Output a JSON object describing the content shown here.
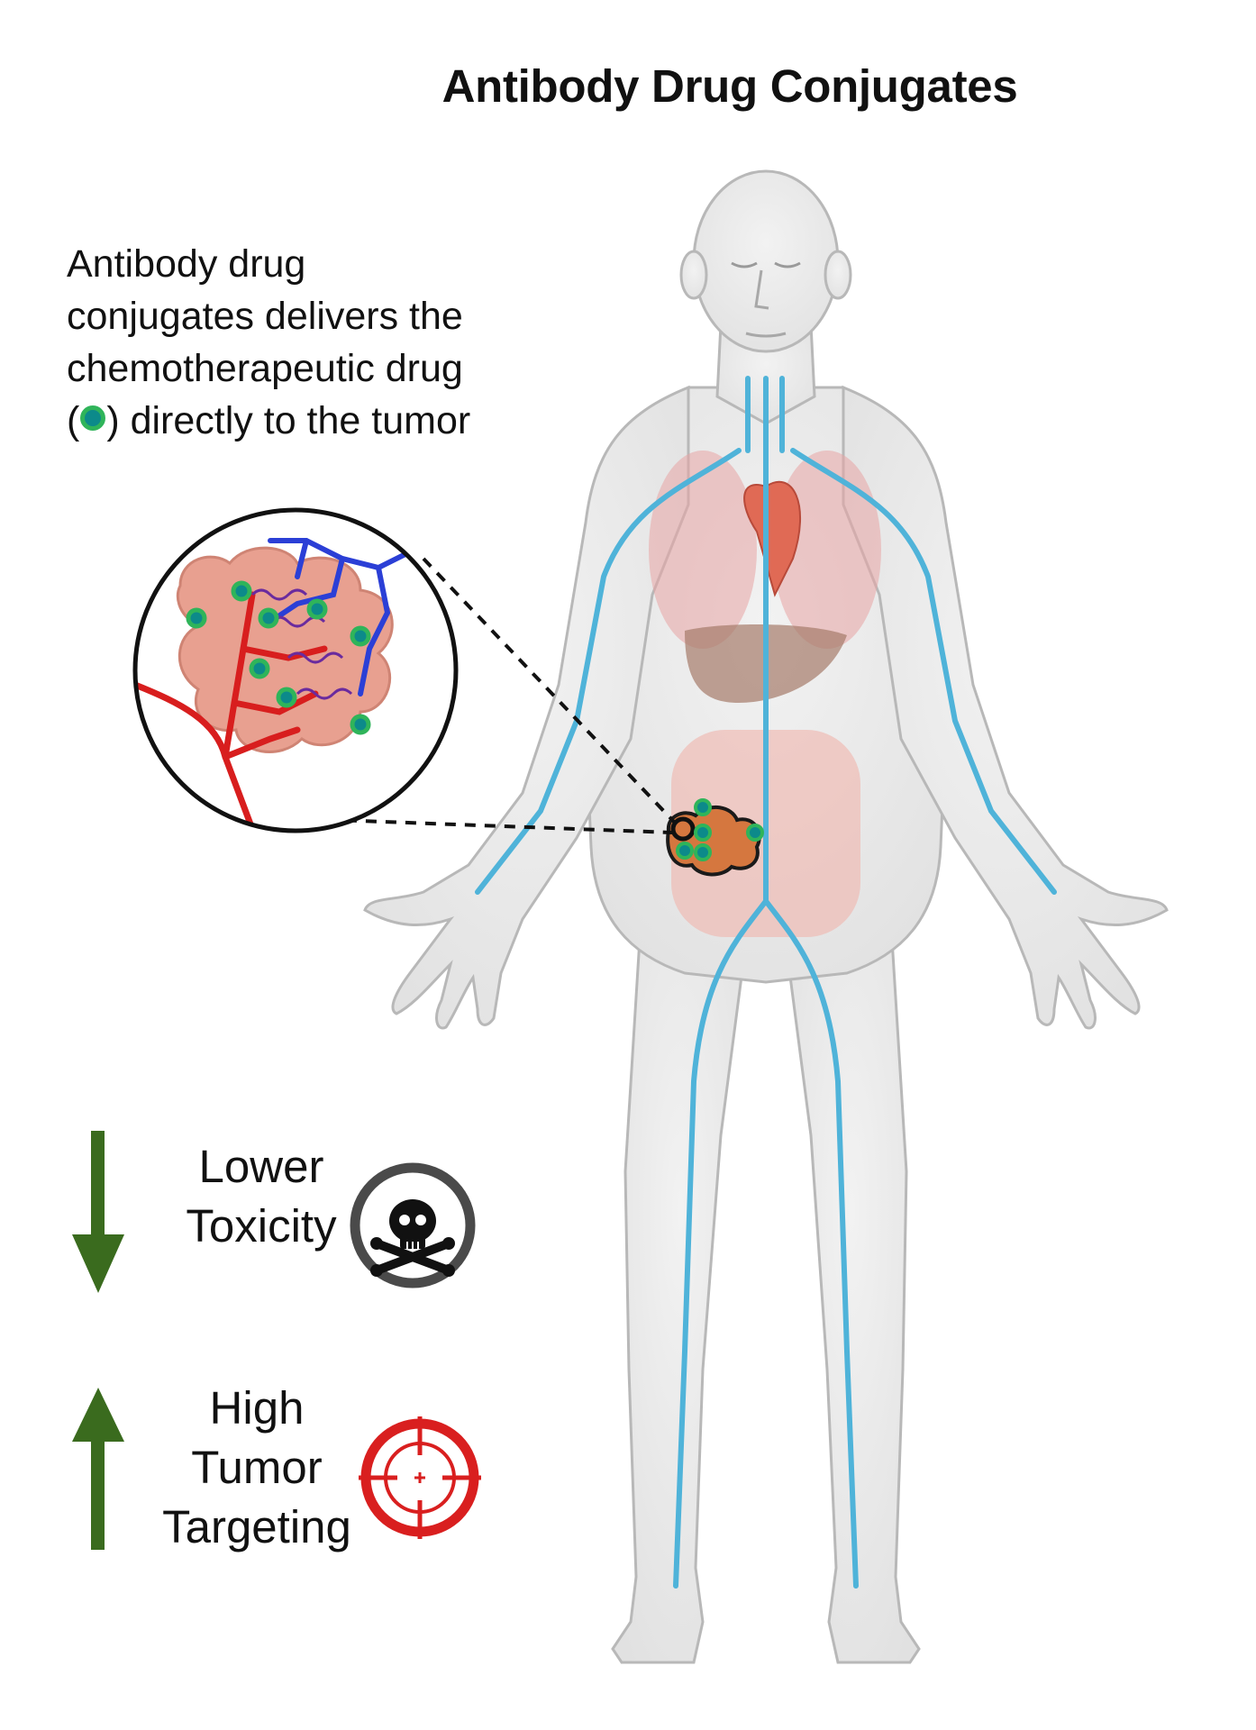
{
  "title": "Antibody Drug Conjugates",
  "description": {
    "lines": [
      "Antibody drug",
      "conjugates delivers the",
      "chemotherapeutic drug"
    ],
    "last_prefix": "(",
    "last_suffix": ") directly to the tumor"
  },
  "lower_toxicity": {
    "lines": [
      "Lower",
      "Toxicity"
    ],
    "icon": "skull-crossbones-icon"
  },
  "tumor_targeting": {
    "lines": [
      "High",
      "Tumor",
      "Targeting"
    ],
    "icon": "crosshair-target-icon"
  },
  "colors": {
    "vein": "#4fb3d9",
    "artery_red": "#d81e1e",
    "vein_blue": "#2b3fd6",
    "tumor": "#e8a090",
    "drug_core": "#0c8a8a",
    "drug_ring": "#2fb45a",
    "arrow_green": "#3a6b1e",
    "target_red": "#d91f1f",
    "skull_ring": "#4a4a4a"
  }
}
